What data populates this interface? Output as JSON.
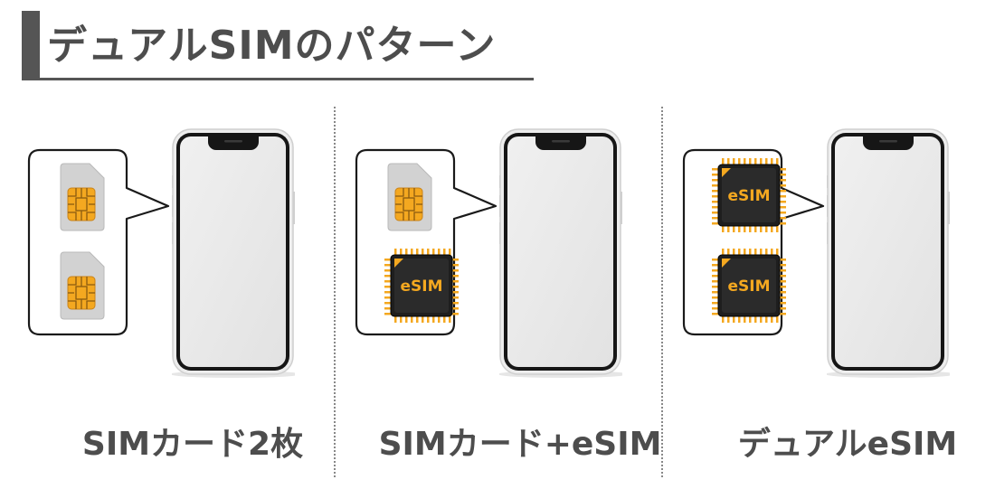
{
  "title": "デュアルSIMのパターン",
  "panels": [
    {
      "caption": "SIMカード2枚",
      "cards": [
        "sim",
        "sim"
      ]
    },
    {
      "caption": "SIMカード+eSIM",
      "cards": [
        "sim",
        "esim"
      ]
    },
    {
      "caption": "デュアルeSIM",
      "cards": [
        "esim",
        "esim"
      ]
    }
  ],
  "esim_label": "eSIM",
  "icons": {
    "sim": "sim-card-icon",
    "esim": "esim-chip-icon",
    "phone": "smartphone-icon"
  },
  "colors": {
    "chip_gold": "#f4a820",
    "chip_dark": "#1e1e1e",
    "sim_gray": "#d2d2d2",
    "title_gray": "#4d4d4d"
  }
}
